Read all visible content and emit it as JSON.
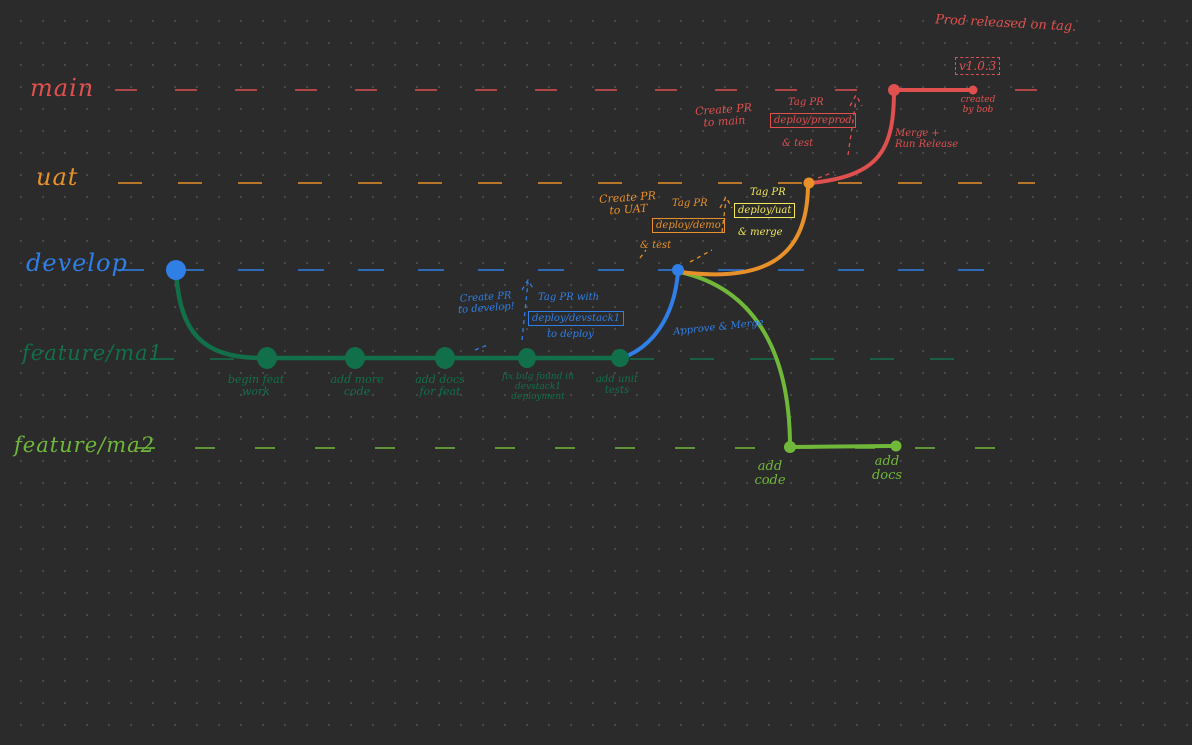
{
  "branches": {
    "main": "main",
    "uat": "uat",
    "develop": "develop",
    "feature1": "feature/ma1",
    "feature2": "feature/ma2"
  },
  "colors": {
    "main": "#e0504f",
    "uat": "#e8902a",
    "develop": "#2f7fe6",
    "feature1": "#11704a",
    "feature2": "#70b83a",
    "yellow": "#f2e85a"
  },
  "main_notes": {
    "prod_released": "Prod released on tag.",
    "tag": "v1.0.3",
    "created_by": "created by bob",
    "create_pr_main": "Create PR to main",
    "tag_pr": "Tag PR",
    "deploy_preprod": "deploy/preprod",
    "and_test": "& test",
    "merge_release": "Merge + Run Release"
  },
  "uat_notes": {
    "create_pr_uat": "Create PR to UAT",
    "tag_pr": "Tag PR",
    "deploy_demo": "deploy/demo",
    "and_test": "& test",
    "tag_pr2": "Tag PR",
    "deploy_uat": "deploy/uat",
    "and_merge": "& merge"
  },
  "develop_notes": {
    "create_pr_develop": "Create PR to develop!",
    "tag_pr_with": "Tag PR with",
    "deploy_devstack": "deploy/devstack1",
    "to_deploy": "to deploy",
    "approve_merge": "Approve & Merge"
  },
  "feature1_commits": [
    "begin feat work",
    "add more code",
    "add docs for feat",
    "fix bug found in devstack1 deployment",
    "add unit tests"
  ],
  "feature2_commits": [
    "add code",
    "add docs"
  ]
}
